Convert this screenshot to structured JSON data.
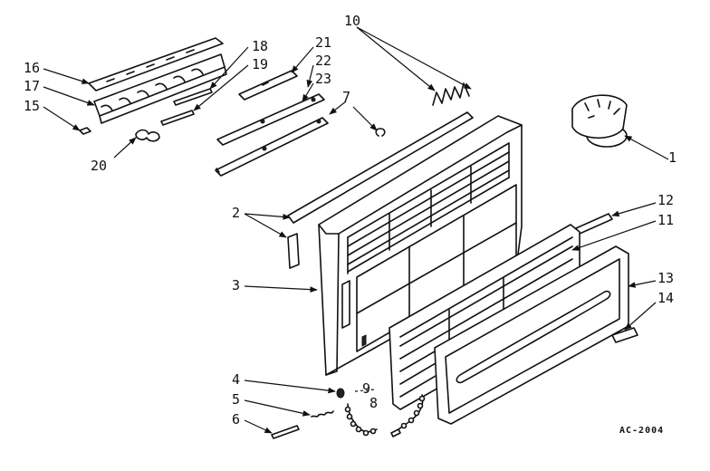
{
  "diagram": {
    "code": "AC-2004",
    "parts": [
      {
        "id": "p1",
        "label": "1"
      },
      {
        "id": "p2",
        "label": "2"
      },
      {
        "id": "p3",
        "label": "3"
      },
      {
        "id": "p4",
        "label": "4"
      },
      {
        "id": "p5",
        "label": "5"
      },
      {
        "id": "p6",
        "label": "6"
      },
      {
        "id": "p7",
        "label": "7"
      },
      {
        "id": "p8",
        "label": "8"
      },
      {
        "id": "p9",
        "label": "9"
      },
      {
        "id": "p10",
        "label": "10"
      },
      {
        "id": "p11",
        "label": "11"
      },
      {
        "id": "p12",
        "label": "12"
      },
      {
        "id": "p13",
        "label": "13"
      },
      {
        "id": "p14",
        "label": "14"
      },
      {
        "id": "p15",
        "label": "15"
      },
      {
        "id": "p16",
        "label": "16"
      },
      {
        "id": "p17",
        "label": "17"
      },
      {
        "id": "p18",
        "label": "18"
      },
      {
        "id": "p19",
        "label": "19"
      },
      {
        "id": "p20",
        "label": "20"
      },
      {
        "id": "p21",
        "label": "21"
      },
      {
        "id": "p22",
        "label": "22"
      },
      {
        "id": "p23",
        "label": "23"
      }
    ]
  }
}
